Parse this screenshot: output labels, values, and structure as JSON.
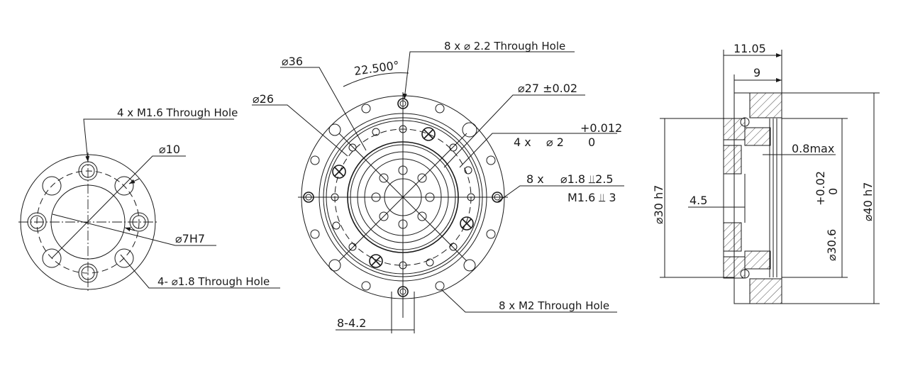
{
  "drawing": {
    "title": "Harmonic drive component technical drawing",
    "left_view": {
      "labels": {
        "m16_holes": "4 x  M1.6  Through Hole",
        "d10": "⌀10",
        "d7h7": "⌀7H7",
        "d18_holes": "4- ⌀1.8 Through Hole"
      }
    },
    "center_view": {
      "labels": {
        "d36": "⌀36",
        "d26": "⌀26",
        "angle": "22.500°",
        "d22_holes": "8 x  ⌀  2.2 Through Hole",
        "d27": "⌀27 ±0.02",
        "tol_upper": "+0.012",
        "d2_qty": "4 x",
        "d2_dia": "⌀ 2",
        "tol_lower": "0",
        "d18_qty": "8 x",
        "d18_spec": "⌀1.8  ⫫2.5",
        "m16_spec": "M1.6  ⫫ 3",
        "m2_holes": "8 x  M2  Through Hole",
        "slot": "8-4.2"
      }
    },
    "side_view": {
      "labels": {
        "len_total": "11.05",
        "len_9": "9",
        "gap": "0.8max",
        "len_45": "4.5",
        "d30h7": "⌀30 h7",
        "d306": "⌀30.6",
        "tol_up": "+0.02",
        "tol_low": "0",
        "d40h7": "⌀40 h7"
      }
    }
  }
}
